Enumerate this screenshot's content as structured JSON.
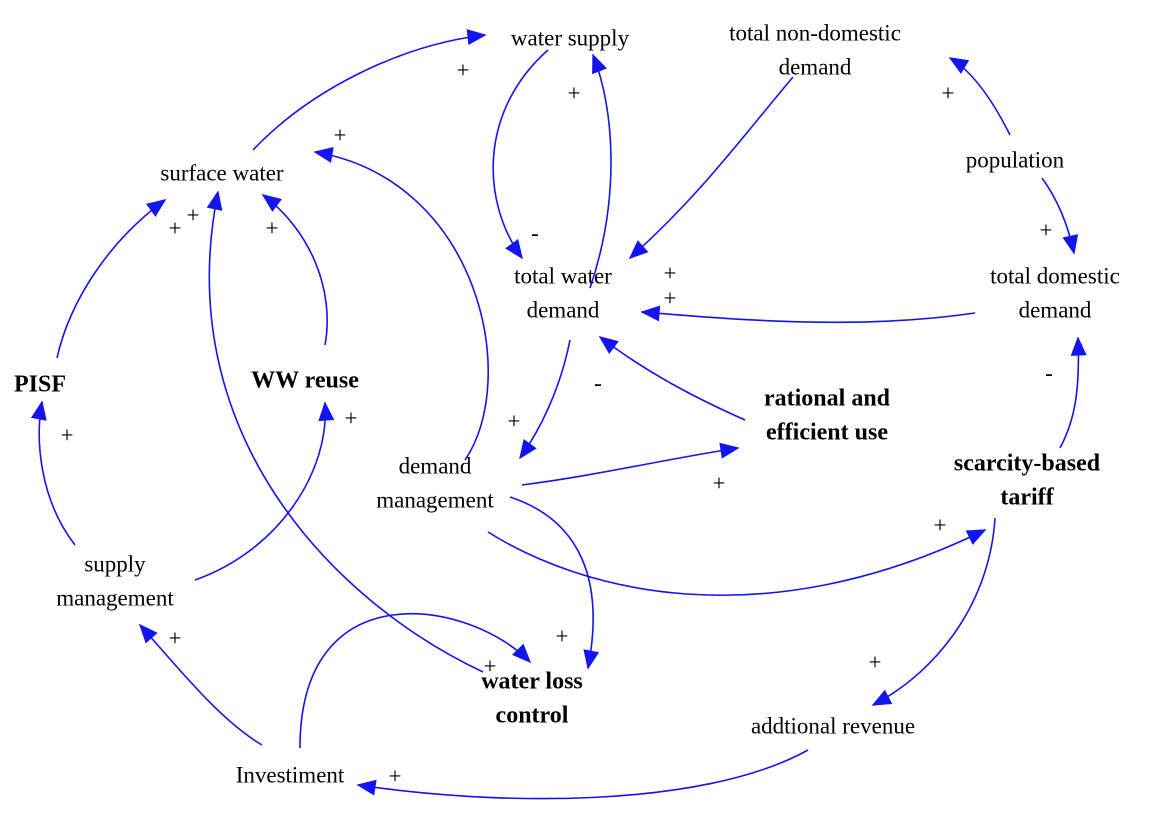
{
  "colors": {
    "link": "#1414f0",
    "text": "#000000",
    "background": "#ffffff"
  },
  "nodes": [
    {
      "id": "water-supply",
      "lines": [
        "water supply"
      ],
      "bold": false
    },
    {
      "id": "total-non-domestic-demand",
      "lines": [
        "total non-domestic",
        "demand"
      ],
      "bold": false
    },
    {
      "id": "surface-water",
      "lines": [
        "surface water"
      ],
      "bold": false
    },
    {
      "id": "population",
      "lines": [
        "population"
      ],
      "bold": false
    },
    {
      "id": "total-water-demand",
      "lines": [
        "total water",
        "demand"
      ],
      "bold": false
    },
    {
      "id": "total-domestic-demand",
      "lines": [
        "total domestic",
        "demand"
      ],
      "bold": false
    },
    {
      "id": "pisf",
      "lines": [
        "PISF"
      ],
      "bold": true
    },
    {
      "id": "ww-reuse",
      "lines": [
        "WW reuse"
      ],
      "bold": true
    },
    {
      "id": "rational-and-efficient-use",
      "lines": [
        "rational and",
        "efficient use"
      ],
      "bold": true
    },
    {
      "id": "demand-management",
      "lines": [
        "demand",
        "management"
      ],
      "bold": false
    },
    {
      "id": "scarcity-based-tariff",
      "lines": [
        "scarcity-based",
        "tariff"
      ],
      "bold": true
    },
    {
      "id": "supply-management",
      "lines": [
        "supply",
        "management"
      ],
      "bold": false
    },
    {
      "id": "water-loss-control",
      "lines": [
        "water loss",
        "control"
      ],
      "bold": true
    },
    {
      "id": "addtional-revenue",
      "lines": [
        "addtional revenue"
      ],
      "bold": false
    },
    {
      "id": "investiment",
      "lines": [
        "Investiment"
      ],
      "bold": false
    }
  ],
  "links": [
    {
      "from": "surface-water",
      "to": "water-supply",
      "polarity": "+"
    },
    {
      "from": "total-water-demand",
      "to": "water-supply",
      "polarity": "+"
    },
    {
      "from": "water-supply",
      "to": "total-water-demand",
      "polarity": "-"
    },
    {
      "from": "population",
      "to": "total-non-domestic-demand",
      "polarity": "+"
    },
    {
      "from": "total-non-domestic-demand",
      "to": "total-water-demand",
      "polarity": "+"
    },
    {
      "from": "population",
      "to": "total-domestic-demand",
      "polarity": "+"
    },
    {
      "from": "total-domestic-demand",
      "to": "total-water-demand",
      "polarity": "+"
    },
    {
      "from": "demand-management",
      "to": "surface-water",
      "polarity": "+"
    },
    {
      "from": "pisf",
      "to": "surface-water",
      "polarity": "+"
    },
    {
      "from": "water-loss-control",
      "to": "surface-water",
      "polarity": "+"
    },
    {
      "from": "ww-reuse",
      "to": "surface-water",
      "polarity": "+"
    },
    {
      "from": "total-water-demand",
      "to": "demand-management",
      "polarity": "+"
    },
    {
      "from": "rational-and-efficient-use",
      "to": "total-water-demand",
      "polarity": "-"
    },
    {
      "from": "demand-management",
      "to": "rational-and-efficient-use",
      "polarity": "+"
    },
    {
      "from": "scarcity-based-tariff",
      "to": "total-domestic-demand",
      "polarity": "-"
    },
    {
      "from": "demand-management",
      "to": "scarcity-based-tariff",
      "polarity": "+"
    },
    {
      "from": "demand-management",
      "to": "water-loss-control",
      "polarity": "+"
    },
    {
      "from": "investiment",
      "to": "water-loss-control",
      "polarity": "+"
    },
    {
      "from": "supply-management",
      "to": "pisf",
      "polarity": "+"
    },
    {
      "from": "supply-management",
      "to": "ww-reuse",
      "polarity": "+"
    },
    {
      "from": "investiment",
      "to": "supply-management",
      "polarity": "+"
    },
    {
      "from": "scarcity-based-tariff",
      "to": "addtional-revenue",
      "polarity": "+"
    },
    {
      "from": "addtional-revenue",
      "to": "investiment",
      "polarity": "+"
    }
  ]
}
